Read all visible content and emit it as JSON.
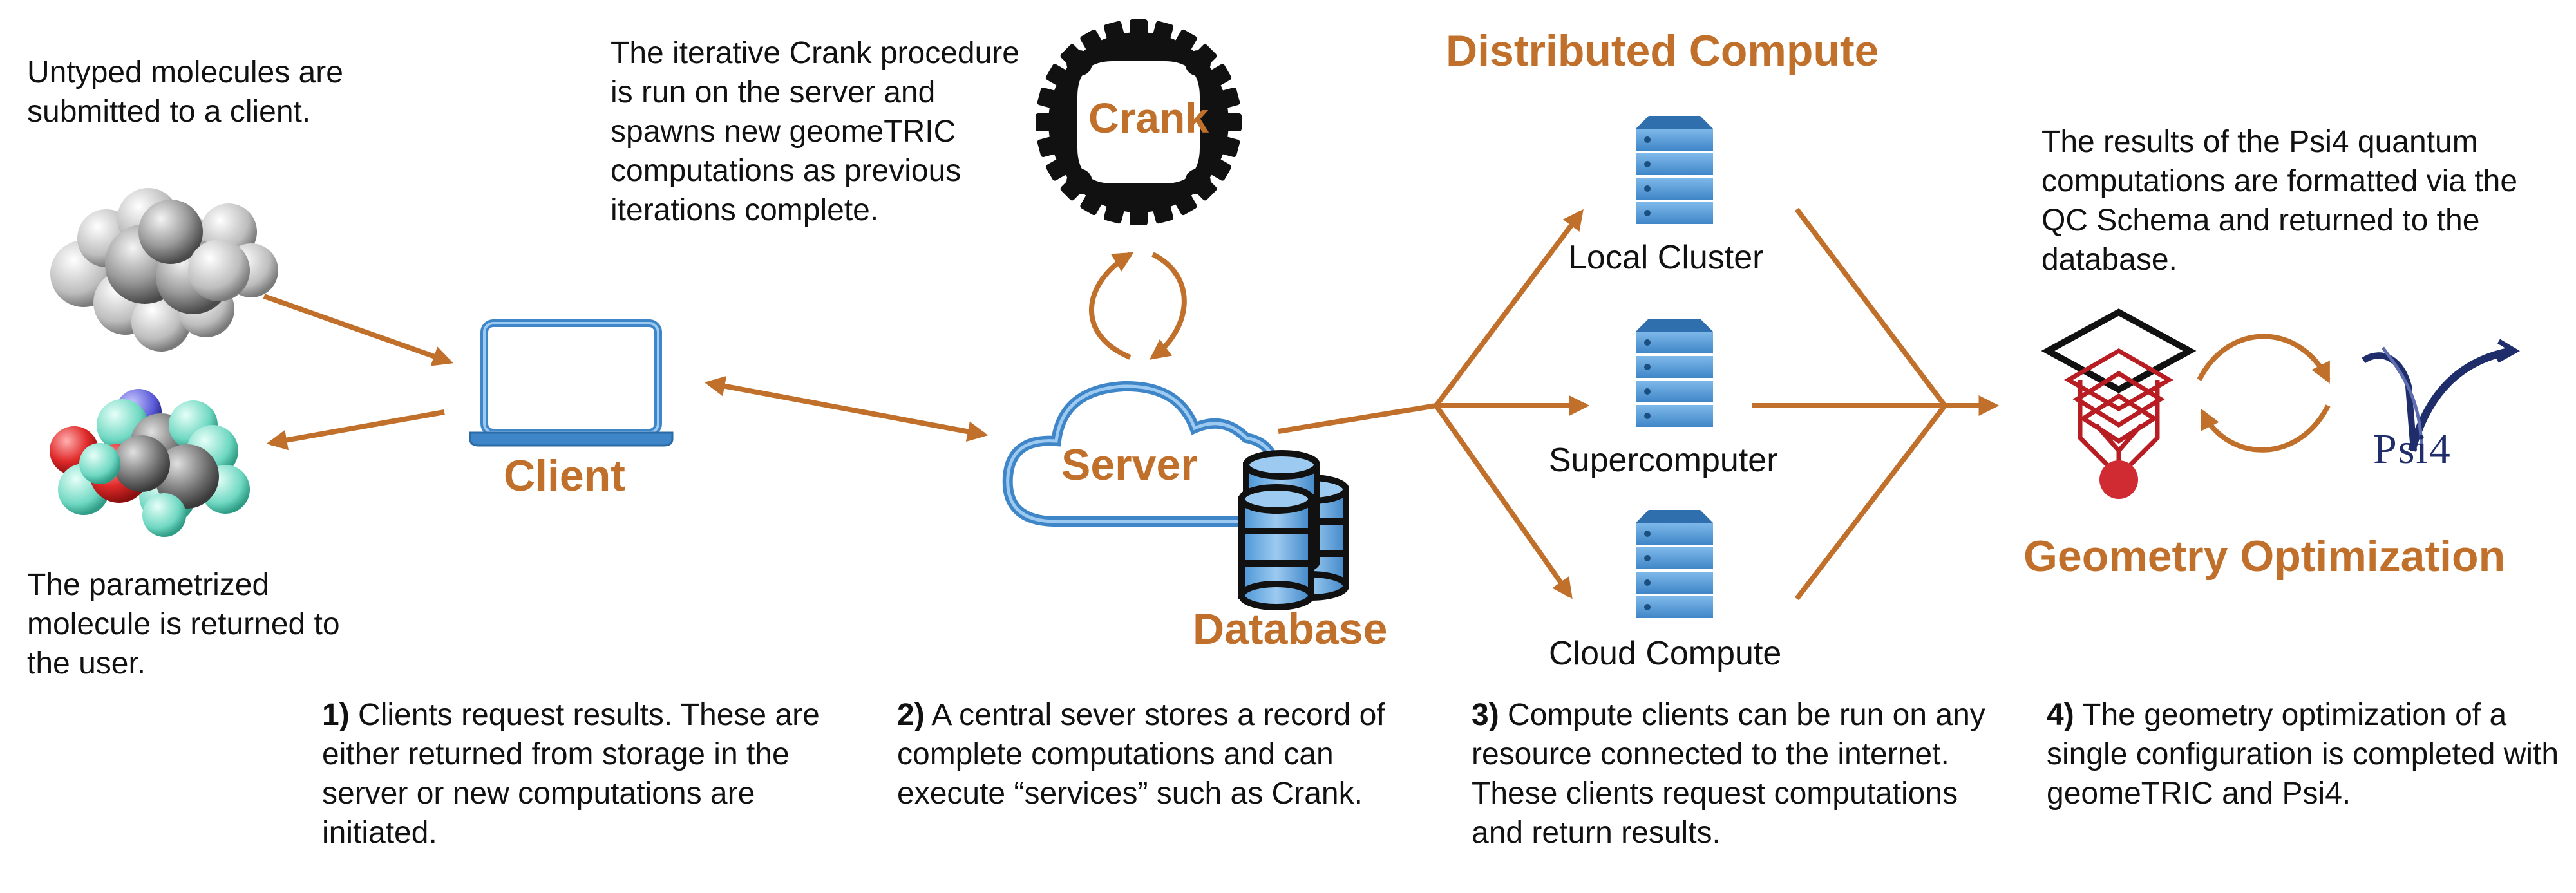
{
  "texts": {
    "untyped": "Untyped molecules are submitted to a client.",
    "returned": "The parametrized molecule is returned to the user.",
    "crank_desc": "The iterative Crank procedure is run on the server and spawns new geomeTRIC computations as previous iterations complete.",
    "psi4_desc": "The results of the Psi4 quantum computations are formatted via the QC Schema and returned to the database."
  },
  "labels": {
    "client": "Client",
    "server": "Server",
    "database": "Database",
    "crank": "Crank",
    "distributed": "Distributed Compute",
    "geom_opt": "Geometry Optimization",
    "psi4_logo": "Psi4"
  },
  "resources": [
    "Local Cluster",
    "Supercomputer",
    "Cloud Compute"
  ],
  "captions": [
    {
      "num": "1)",
      "text": " Clients request results. These are either returned from storage in the server or new computations are initiated."
    },
    {
      "num": "2)",
      "text": " A central sever stores a record of complete computations and can execute “services” such as Crank."
    },
    {
      "num": "3)",
      "text": " Compute clients can be run on any resource connected to the internet. These clients request computations and return results."
    },
    {
      "num": "4)",
      "text": " The geometry optimization of a single configuration is completed with geomeTRIC and Psi4."
    }
  ],
  "colors": {
    "accent": "#c0702a",
    "server_blue": "#3f8fd1",
    "dark": "#111111",
    "geometric_red": "#b81d24"
  }
}
